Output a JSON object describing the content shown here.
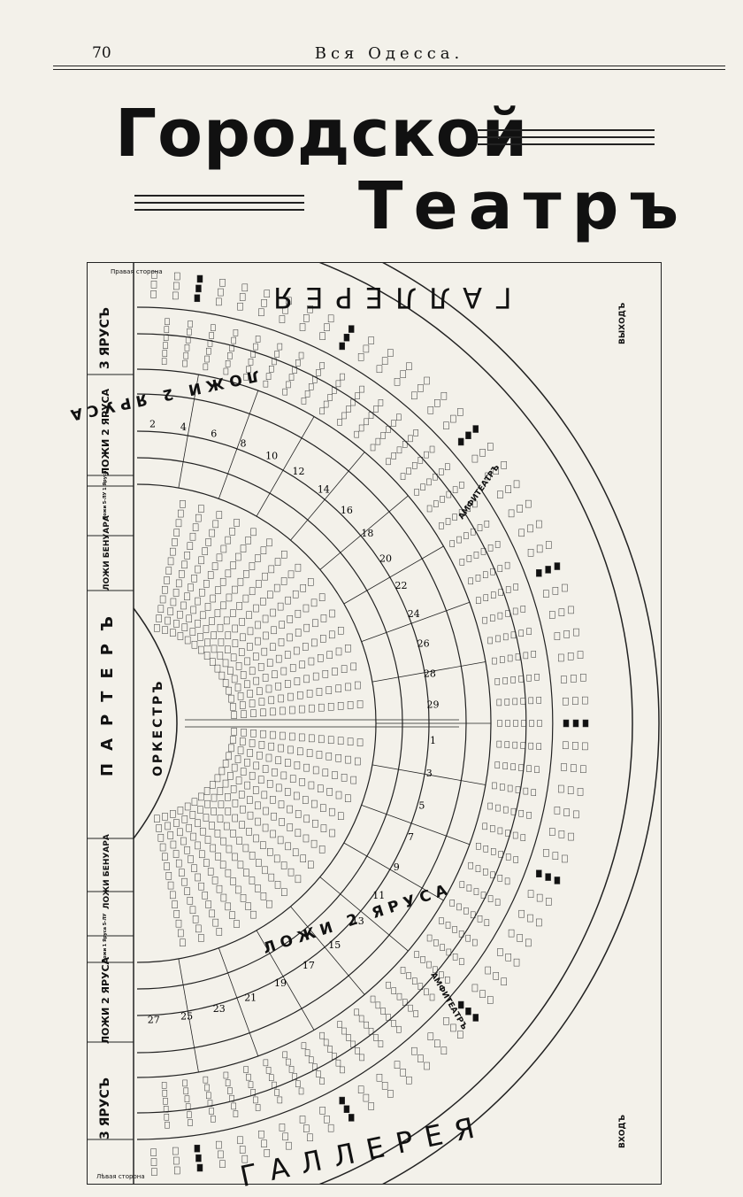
{
  "header": {
    "page_number": "70",
    "running_title": "Вся Одесса."
  },
  "title": {
    "line1": "Городской",
    "line2": "Театръ"
  },
  "plan": {
    "corners": {
      "right_side": "Правая сторона",
      "left_side": "Лѣвая сторона"
    },
    "side_labels": {
      "tier3_top": "3 ЯРУСЪ",
      "boxes2_top": "ЛОЖИ 2 ЯРУСА",
      "small_top": "Ложи 5-ЛУ 1 Яруса",
      "benoir_top": "ЛОЖИ БЕНУАРА",
      "parterre": "ПАРТЕРЪ",
      "benoir_bottom": "ЛОЖИ БЕНУАРА",
      "small_bottom": "Ложи 1 Яруса 5-ЛУ",
      "boxes2_bottom": "ЛОЖИ 2 ЯРУСА",
      "tier3_bottom": "3 ЯРУСЪ"
    },
    "orchestra": "ОРКЕСТРЪ",
    "amphitheatre_top": "АМФИТЕАТРЪ",
    "amphitheatre_bottom": "АМФИТЕАТРЪ",
    "boxes_label_top": "ЛОЖИ 2 ЯРУСА",
    "boxes_label_bottom": "ЛОЖИ 2 ЯРУСА",
    "gallery_top": "ГАЛЛЕРЕЯ",
    "gallery_bottom": "ГАЛЛЕРЕЯ",
    "exit_top": "ВЫХОДЪ",
    "exit_bottom": "ВХОДЪ",
    "box_numbers_top": [
      "2",
      "4",
      "6",
      "8",
      "10",
      "12",
      "14",
      "16",
      "18",
      "20",
      "22",
      "24",
      "26",
      "28",
      "29"
    ],
    "box_numbers_bottom": [
      "1",
      "3",
      "5",
      "7",
      "9",
      "11",
      "13",
      "15",
      "17",
      "19",
      "21",
      "23",
      "25",
      "27"
    ]
  }
}
